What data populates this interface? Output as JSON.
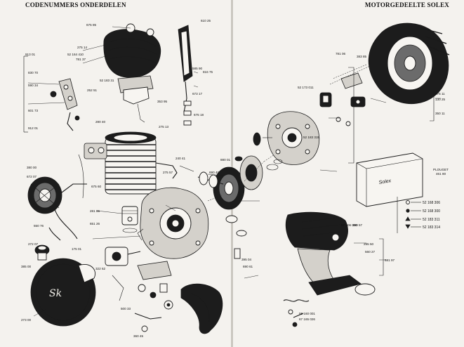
{
  "header": {
    "left_title": "CODENUMMERS ONDERDELEN",
    "right_title": "MOTORGEDEELTE SOLEX"
  },
  "callouts": {
    "part_a": "675 85",
    "part_b": "610 25",
    "part_c": "275 14",
    "part_d": "52 164 410",
    "part_e": "781 37",
    "part_f": "913 01",
    "part_g": "830 70",
    "part_h": "590 34",
    "part_i": "52 183 31",
    "part_j": "252 51",
    "part_k": "585 90",
    "part_l": "816 75",
    "part_m": "673 17",
    "part_n": "675 18",
    "part_o": "353 95",
    "part_p": "601 73",
    "part_q": "912 01",
    "part_r": "275 13",
    "part_s": "280 40",
    "part_t": "380 00",
    "part_u": "672 07",
    "part_v": "675 60",
    "part_w": "281 86",
    "part_x": "651 26",
    "part_y": "550 76",
    "part_z": "272 07",
    "part_aa": "175 01",
    "part_ab": "275 57",
    "part_ac": "690 40",
    "part_ad": "240 41",
    "part_ae": "322 62",
    "part_af": "385 00",
    "part_ag": "273 00",
    "part_ah": "500 33",
    "part_ai": "360 45",
    "part_aj": "67 206 000",
    "part_ak": "880 01",
    "part_al": "52 173 011",
    "part_am": "52 183 315",
    "part_an": "781 06",
    "part_ao": "380 57",
    "part_ap": "581 97",
    "part_aq": "383 85",
    "part_ar": "575 11",
    "part_as": "130 25",
    "part_at": "350 11",
    "part_au": "295 50",
    "part_av": "560 27",
    "part_aw": "67 165 026",
    "part_ax": "395 04",
    "part_ay": "55 160 001",
    "part_az": "690 61"
  },
  "box_panel": {
    "brand": "Solex",
    "label_top": "PLOUGET",
    "label_code": "461 80"
  },
  "legend": [
    {
      "marker": "circle",
      "code": "52 168 306"
    },
    {
      "marker": "dot",
      "code": "52 168 300"
    },
    {
      "marker": "triangle",
      "code": "52 183 311"
    },
    {
      "marker": "triangle-inv",
      "code": "52 183 314"
    }
  ]
}
